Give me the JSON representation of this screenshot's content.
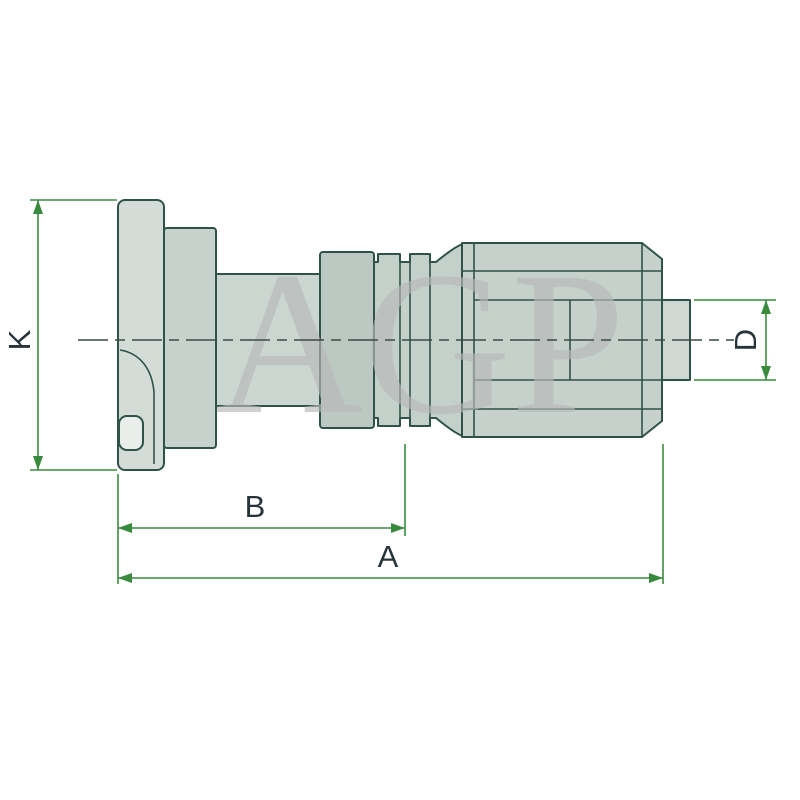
{
  "watermark": {
    "text": "AGP"
  },
  "dimensions": {
    "K": {
      "label": "K"
    },
    "D": {
      "label": "D"
    },
    "B": {
      "label": "B"
    },
    "A": {
      "label": "A"
    }
  },
  "colors": {
    "background": "#ffffff",
    "outline": "#2f5348",
    "fill_flange": "#d3dcd7",
    "fill_slot": "#e9eeeb",
    "fill_back": "#c7d2cc",
    "fill_neck": "#ccd6d1",
    "fill_collar": "#bcc9c3",
    "fill_sleeve": "#c4d0ca",
    "fill_ferrule": "#c6d1cb",
    "fill_pipe": "#cfd8d3",
    "dimension": "#3a8a3e",
    "label": "#26343b",
    "centerline": "#3c4a46",
    "watermark": "#b8b8b8"
  }
}
